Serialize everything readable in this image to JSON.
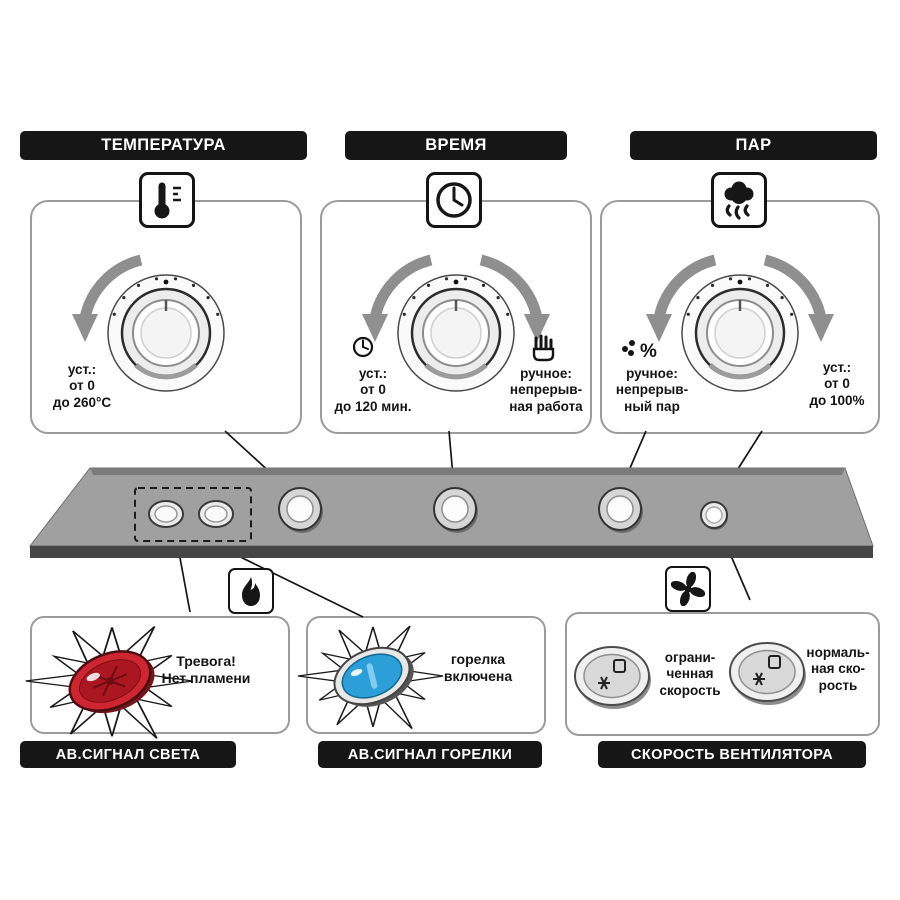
{
  "top_labels": {
    "temperature": "ТЕМПЕРАТУРА",
    "time": "ВРЕМЯ",
    "steam": "ПАР"
  },
  "panels": {
    "temperature": {
      "set_text": "уст.:\nот 0\nдо 260°C"
    },
    "time": {
      "set_text": "уст.:\nот 0\nдо 120 мин.",
      "manual_text": "ручное:\nнепрерыв-\nная работа"
    },
    "steam": {
      "manual_text": "ручное:\nнепрерыв-\nный пар",
      "set_text": "уст.:\nот 0\nдо 100%",
      "percent_symbol": "%"
    }
  },
  "indicators": {
    "light_alarm": {
      "label": "АВ.СИГНАЛ СВЕТА",
      "text": "Тревога!\nНет пламени"
    },
    "burner_alarm": {
      "label": "АВ.СИГНАЛ ГОРЕЛКИ",
      "text": "горелка\nвключена"
    },
    "fan_speed": {
      "label": "СКОРОСТЬ ВЕНТИЛЯТОРА",
      "limited_text": "ограни-\nченная\nскорость",
      "normal_text": "нормаль-\nная ско-\nрость"
    }
  },
  "icons": {
    "temperature": "thermometer-icon",
    "time": "clock-icon",
    "steam": "steam-icon",
    "time_set": "clock-small-icon",
    "time_manual": "hand-icon",
    "steam_manual": "steam-drops-percent-icon",
    "burner": "flame-icon",
    "fan": "fan-icon"
  },
  "colors": {
    "label_bg": "#161616",
    "alarm_red": "#cd2630",
    "burner_blue": "#2d9fd8",
    "panel_gray": "#a0a0a0"
  }
}
